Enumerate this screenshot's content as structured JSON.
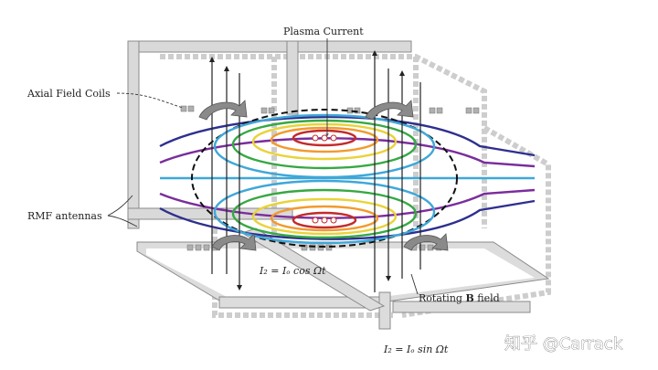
{
  "labels": {
    "plasma_current": "Plasma Current",
    "axial_field_coils": "Axial Field Coils",
    "rmf_antennas": "RMF antennas",
    "rotating_field_prefix": "Rotating ",
    "rotating_field_bold": "B",
    "rotating_field_suffix": " field",
    "eq_cos": "I₂ = Iₒ cos Ωt",
    "eq_sin": "I₂ = Iₒ sin Ωt"
  },
  "watermark": "知乎 @Carrack",
  "colors": {
    "frame_stroke": "#8a8a8a",
    "frame_fill": "#d9d9d9",
    "field_lines": [
      "#2e2f8f",
      "#7a2d9c",
      "#3fa7d8",
      "#36a843",
      "#e9d33a",
      "#f29a2e",
      "#c22b2b"
    ]
  },
  "icons": [
    "curved-arrow-icon",
    "coil-dot-icon"
  ]
}
